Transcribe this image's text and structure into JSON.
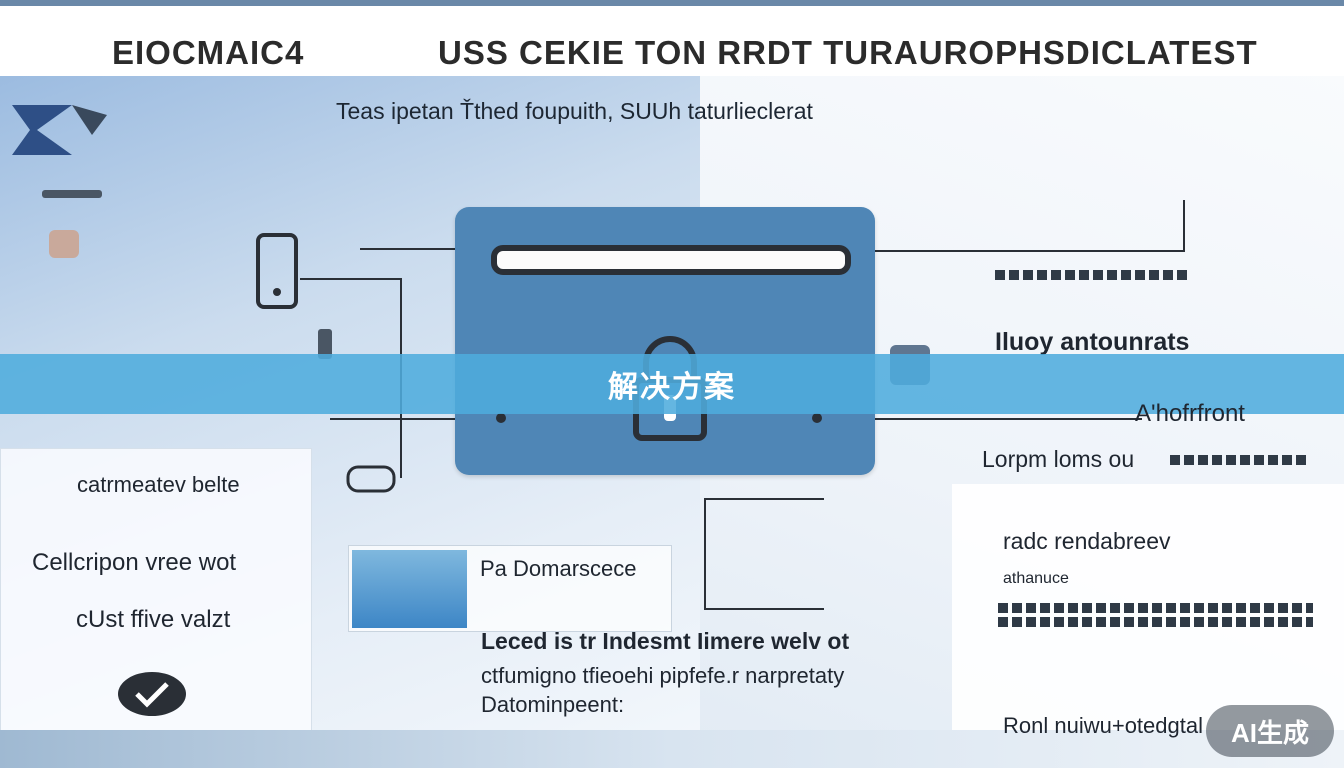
{
  "header": {
    "headline_left": "ΕΙΟCMAIC4",
    "headline_right": "USS CEKIE TON RRDT TURAUROPHSDICLATEST",
    "subtitle": "Teas ipetan Ťthed foupuith, SUUh taturlieclerat"
  },
  "banner": {
    "title": "解决方案"
  },
  "left_panel": {
    "line1": "catrmeatev belte",
    "line2": "Cellcripon vree wot",
    "line3": "cUst ffive valzt"
  },
  "center": {
    "box_label": "Pa Domarscece",
    "line1": "Leced is tr Indesmt Iimere welv ot",
    "line2": "ctfumigno tfieoehi pipfefe.r narpretaty",
    "line3": "Datominpeent:"
  },
  "right": {
    "label1": "Iluoy antounrats",
    "label2": "A'hofrfront",
    "label3": "Lorpm loms ou",
    "label4": "radc rendabreev",
    "label5": "athanuce",
    "label6": "Ronl nuiwu+otedgtal"
  },
  "watermark": {
    "text": "AI生成"
  },
  "colors": {
    "card": "#4f86b6",
    "banner": "#4facdd",
    "lines": "#2a2f36"
  }
}
